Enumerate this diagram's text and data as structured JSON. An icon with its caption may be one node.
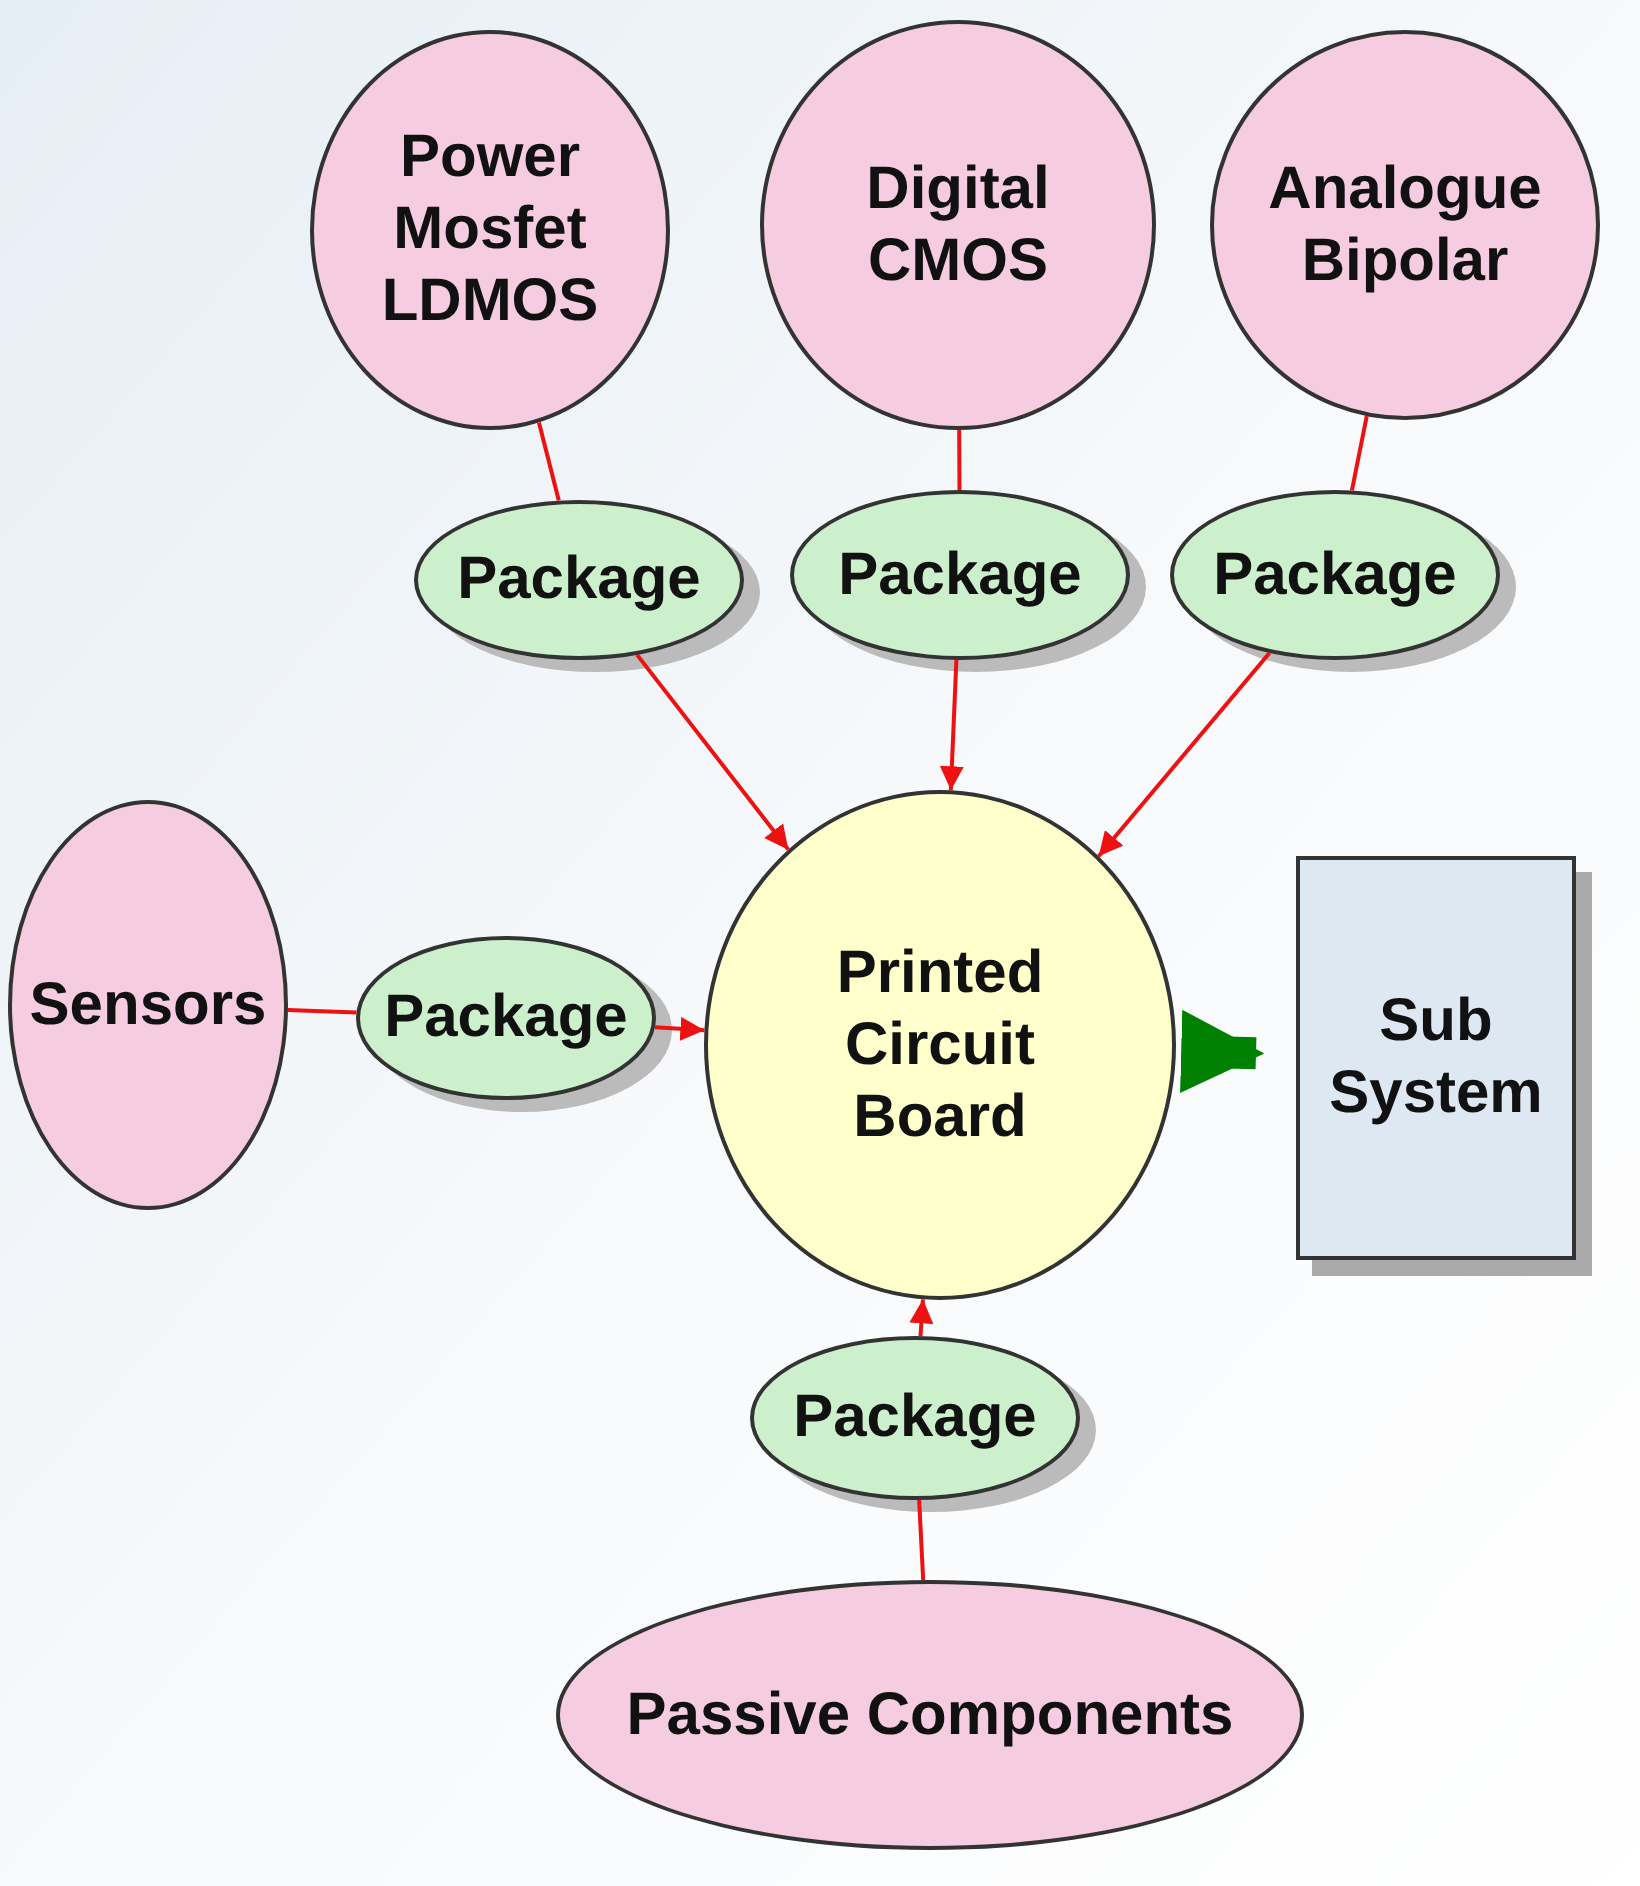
{
  "diagram": {
    "nodes": [
      {
        "text": [
          "Power Mosfet LDMOS"
        ]
      },
      {
        "text": [
          "Digital CMOS"
        ]
      },
      {
        "text": [
          "Analogue Bipolar"
        ]
      },
      {
        "text": [
          "Package"
        ]
      },
      {
        "text": [
          "Package"
        ]
      },
      {
        "text": [
          "Package"
        ]
      },
      {
        "text": [
          "Sensors"
        ]
      },
      {
        "text": [
          "Package"
        ]
      },
      {
        "text": [
          "Printed Circuit Board"
        ]
      },
      {
        "text": [
          "Sub System"
        ]
      },
      {
        "text": [
          "Package"
        ]
      },
      {
        "text": [
          "Passive Components"
        ]
      }
    ],
    "edges": [
      {
        "from": 0,
        "to": 3,
        "arrow": "none"
      },
      {
        "from": 3,
        "to": 8,
        "arrow": "to"
      },
      {
        "from": 1,
        "to": 4,
        "arrow": "none"
      },
      {
        "from": 4,
        "to": 8,
        "arrow": "to"
      },
      {
        "from": 2,
        "to": 5,
        "arrow": "none"
      },
      {
        "from": 5,
        "to": 8,
        "arrow": "to"
      },
      {
        "from": 6,
        "to": 7,
        "arrow": "none"
      },
      {
        "from": 7,
        "to": 8,
        "arrow": "to"
      },
      {
        "from": 11,
        "to": 10,
        "arrow": "none"
      },
      {
        "from": 10,
        "to": 8,
        "arrow": "to"
      },
      {
        "from": 8,
        "to": 9,
        "arrow": "to",
        "style": "thick",
        "color": "#008000"
      }
    ]
  }
}
